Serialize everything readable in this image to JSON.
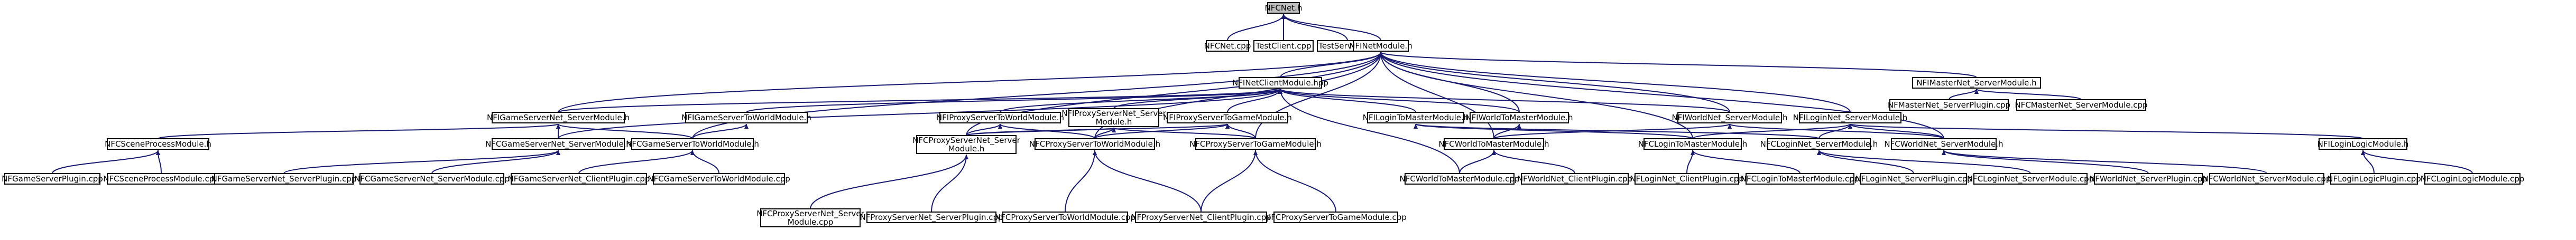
{
  "graph": {
    "edge_color": "#191970",
    "node_fill": "#ffffff",
    "root_fill": "#bfbfbf",
    "nodes": [
      {
        "id": "nfcnet_h",
        "label": "NFCNet.h",
        "root": true
      },
      {
        "id": "nfcnet_cpp",
        "label": "NFCNet.cpp"
      },
      {
        "id": "testclient_cpp",
        "label": "TestClient.cpp"
      },
      {
        "id": "testserver_cpp",
        "label": "TestServer.cpp"
      },
      {
        "id": "nfinetmodule_h",
        "label": "NFINetModule.h"
      },
      {
        "id": "nfinetclientmodule_hpp",
        "label": "NFINetClientModule.hpp"
      },
      {
        "id": "nfimasternet_servermodule_h",
        "label": "NFIMasterNet_ServerModule.h"
      },
      {
        "id": "nfcmasternet_serverplugin_cpp",
        "label": "NFMasterNet_ServerPlugin.cpp"
      },
      {
        "id": "nfcmasternet_servermodule_cpp",
        "label": "NFCMasterNet_ServerModule.cpp"
      },
      {
        "id": "nfigameservernet_servermodule_h",
        "label": "NFIGameServerNet_ServerModule.h"
      },
      {
        "id": "nfcsceneprocessmodule_h",
        "label": "NFCSceneProcessModule.h"
      },
      {
        "id": "nfgameserverplugin_cpp",
        "label": "NFGameServerPlugin.cpp"
      },
      {
        "id": "nfcsceneprocessmodule_cpp",
        "label": "NFCSceneProcessModule.cpp"
      },
      {
        "id": "nfcgameservernet_servermodule_h",
        "label": "NFCGameServerNet_ServerModule.h"
      },
      {
        "id": "nfgameservernet_serverplugin_cpp",
        "label": "NFGameServerNet_ServerPlugin.cpp"
      },
      {
        "id": "nfcgameservernet_servermodule_cpp",
        "label": "NFCGameServerNet_ServerModule.cpp"
      },
      {
        "id": "nfigameservertoworldmodule_h",
        "label": "NFIGameServerToWorldModule.h"
      },
      {
        "id": "nfcgameservertoworldmodule_h",
        "label": "NFCGameServerToWorldModule.h"
      },
      {
        "id": "nfgameservernet_clientplugin_cpp",
        "label": "NFGameServerNet_ClientPlugin.cpp"
      },
      {
        "id": "nfcgameservertoworldmodule_cpp",
        "label": "NFCGameServerToWorldModule.cpp"
      },
      {
        "id": "nfiproxyservertoworldmodule_h",
        "label": "NFIProxyServerToWorldModule.h"
      },
      {
        "id": "nfiproxyservernet_servermodule_h",
        "label": [
          "NFIProxyServerNet_Server",
          "Module.h"
        ]
      },
      {
        "id": "nfiproxyservertogamemodule_h",
        "label": "NFIProxyServerToGameModule.h"
      },
      {
        "id": "nfcproxyservernet_servermodule_h",
        "label": [
          "NFCProxyServerNet_Server",
          "Module.h"
        ]
      },
      {
        "id": "nfproxyservernet_servermodule_cpp",
        "label": [
          "NFCProxyServerNet_Server",
          "Module.cpp"
        ]
      },
      {
        "id": "nfproxyservernet_serverplugin_cpp",
        "label": "NFProxyServerNet_ServerPlugin.cpp"
      },
      {
        "id": "nfcproxyservertoworldmodule_h",
        "label": "NFCProxyServerToWorldModule.h"
      },
      {
        "id": "nfcproxyservertoworldmodule_cpp",
        "label": "NFCProxyServerToWorldModule.cpp"
      },
      {
        "id": "nfproxyservernet_clientplugin_cpp",
        "label": "NFProxyServerNet_ClientPlugin.cpp"
      },
      {
        "id": "nfcproxyservertogamemodule_h",
        "label": "NFCProxyServerToGameModule.h"
      },
      {
        "id": "nfcproxyservertogamemodule_cpp",
        "label": "NFCProxyServerToGameModule.cpp"
      },
      {
        "id": "nfiworldtomastermodule_h",
        "label": "NFIWorldToMasterModule.h"
      },
      {
        "id": "nficlogintomastermodule_h",
        "label": "NFILoginToMasterModule.h"
      },
      {
        "id": "nfcworldtomastermodule_h",
        "label": "NFCWorldToMasterModule.h"
      },
      {
        "id": "nfcworldtomastermodule_cpp",
        "label": "NFCWorldToMasterModule.cpp"
      },
      {
        "id": "nfworldnet_clientplugin_cpp",
        "label": "NFWorldNet_ClientPlugin.cpp"
      },
      {
        "id": "nfiworldnet_servermodule_h",
        "label": "NFIWorldNet_ServerModule.h"
      },
      {
        "id": "nficloginnet_servermodule_h",
        "label": "NFILoginNet_ServerModule.h"
      },
      {
        "id": "nfclogintomastermodule_h",
        "label": "NFCLoginToMasterModule.h"
      },
      {
        "id": "nfloginnet_clientplugin_cpp",
        "label": "NFLoginNet_ClientPlugin.cpp"
      },
      {
        "id": "nfclogintomastermodule_cpp",
        "label": "NFCLoginToMasterModule.cpp"
      },
      {
        "id": "nfcloginnet_servermodule_h",
        "label": "NFCLoginNet_ServerModule.h"
      },
      {
        "id": "nfloginnet_serverplugin_cpp",
        "label": "NFLoginNet_ServerPlugin.cpp"
      },
      {
        "id": "nfcloginnet_servermodule_cpp",
        "label": "NFCLoginNet_ServerModule.cpp"
      },
      {
        "id": "nfcworldnet_servermodule_h",
        "label": "NFCWorldNet_ServerModule.h"
      },
      {
        "id": "nfworldnet_serverplugin_cpp",
        "label": "NFWorldNet_ServerPlugin.cpp"
      },
      {
        "id": "nfcworldnet_servermodule_cpp",
        "label": "NFCWorldNet_ServerModule.cpp"
      },
      {
        "id": "nficloginlogicmodule_h",
        "label": "NFILoginLogicModule.h"
      },
      {
        "id": "nfloginlogicplugin_cpp",
        "label": "NFLoginLogicPlugin.cpp"
      },
      {
        "id": "nfcloginlogicmodule_cpp",
        "label": "NFCLoginLogicModule.cpp"
      }
    ],
    "edges": [
      [
        "nfcnet_cpp",
        "nfcnet_h"
      ],
      [
        "testclient_cpp",
        "nfcnet_h"
      ],
      [
        "testserver_cpp",
        "nfcnet_h"
      ],
      [
        "nfinetmodule_h",
        "nfcnet_h"
      ],
      [
        "nfinetclientmodule_hpp",
        "nfinetmodule_h"
      ],
      [
        "nfimasternet_servermodule_h",
        "nfinetmodule_h"
      ],
      [
        "nfcmasternet_serverplugin_cpp",
        "nfimasternet_servermodule_h"
      ],
      [
        "nfcmasternet_servermodule_cpp",
        "nfimasternet_servermodule_h"
      ],
      [
        "nfigameservernet_servermodule_h",
        "nfinetmodule_h"
      ],
      [
        "nfigameservernet_servermodule_h",
        "nfinetclientmodule_hpp"
      ],
      [
        "nfcsceneprocessmodule_h",
        "nfigameservernet_servermodule_h"
      ],
      [
        "nfcgameservernet_servermodule_h",
        "nfigameservernet_servermodule_h"
      ],
      [
        "nfcgameservertoworldmodule_h",
        "nfigameservernet_servermodule_h"
      ],
      [
        "nfgameserverplugin_cpp",
        "nfcsceneprocessmodule_h"
      ],
      [
        "nfcsceneprocessmodule_cpp",
        "nfcsceneprocessmodule_h"
      ],
      [
        "nfgameservernet_serverplugin_cpp",
        "nfcgameservernet_servermodule_h"
      ],
      [
        "nfcgameservernet_servermodule_cpp",
        "nfcgameservernet_servermodule_h"
      ],
      [
        "nfigameservertoworldmodule_h",
        "nfinetclientmodule_hpp"
      ],
      [
        "nfcgameservertoworldmodule_h",
        "nfigameservertoworldmodule_h"
      ],
      [
        "nfgameservernet_clientplugin_cpp",
        "nfcgameservertoworldmodule_h"
      ],
      [
        "nfcgameservertoworldmodule_cpp",
        "nfcgameservertoworldmodule_h"
      ],
      [
        "nfcgameservernet_servermodule_h",
        "nfinetclientmodule_hpp"
      ],
      [
        "nfcgameservertoworldmodule_h",
        "nfinetmodule_h"
      ],
      [
        "nfiproxyservertoworldmodule_h",
        "nfinetclientmodule_hpp"
      ],
      [
        "nfiproxyservernet_servermodule_h",
        "nfinetclientmodule_hpp"
      ],
      [
        "nfiproxyservertogamemodule_h",
        "nfinetclientmodule_hpp"
      ],
      [
        "nfcproxyservernet_servermodule_h",
        "nfiproxyservertoworldmodule_h"
      ],
      [
        "nfcproxyservernet_servermodule_h",
        "nfiproxyservernet_servermodule_h"
      ],
      [
        "nfcproxyservernet_servermodule_h",
        "nfiproxyservertogamemodule_h"
      ],
      [
        "nfcproxyservertoworldmodule_h",
        "nfiproxyservertoworldmodule_h"
      ],
      [
        "nfcproxyservertoworldmodule_h",
        "nfiproxyservernet_servermodule_h"
      ],
      [
        "nfcproxyservertoworldmodule_h",
        "nfiproxyservertogamemodule_h"
      ],
      [
        "nfcproxyservertogamemodule_h",
        "nfiproxyservertogamemodule_h"
      ],
      [
        "nfcproxyservertogamemodule_h",
        "nfiproxyservernet_servermodule_h"
      ],
      [
        "nfproxyservernet_servermodule_cpp",
        "nfcproxyservernet_servermodule_h"
      ],
      [
        "nfproxyservernet_serverplugin_cpp",
        "nfcproxyservernet_servermodule_h"
      ],
      [
        "nfcproxyservertoworldmodule_cpp",
        "nfcproxyservertoworldmodule_h"
      ],
      [
        "nfproxyservernet_clientplugin_cpp",
        "nfcproxyservertoworldmodule_h"
      ],
      [
        "nfproxyservernet_clientplugin_cpp",
        "nfcproxyservertogamemodule_h"
      ],
      [
        "nfcproxyservertogamemodule_cpp",
        "nfcproxyservertogamemodule_h"
      ],
      [
        "nfcproxyservernet_servermodule_h",
        "nfinetmodule_h"
      ],
      [
        "nfcproxyservertoworldmodule_h",
        "nfinetmodule_h"
      ],
      [
        "nfcproxyservertogamemodule_h",
        "nfinetmodule_h"
      ],
      [
        "nficlogintomastermodule_h",
        "nfinetclientmodule_hpp"
      ],
      [
        "nfiworldtomastermodule_h",
        "nfinetclientmodule_hpp"
      ],
      [
        "nfiworldtomastermodule_h",
        "nfinetmodule_h"
      ],
      [
        "nfcworldtomastermodule_h",
        "nfiworldtomastermodule_h"
      ],
      [
        "nfcworldtomastermodule_h",
        "nfiworldnet_servermodule_h"
      ],
      [
        "nfcworldtomastermodule_h",
        "nfinetmodule_h"
      ],
      [
        "nfcworldtomastermodule_cpp",
        "nfcworldtomastermodule_h"
      ],
      [
        "nfworldnet_clientplugin_cpp",
        "nfcworldtomastermodule_h"
      ],
      [
        "nfcworldtomastermodule_cpp",
        "nfinetclientmodule_hpp"
      ],
      [
        "nfiworldnet_servermodule_h",
        "nfinetmodule_h"
      ],
      [
        "nfiworldnet_servermodule_h",
        "nfinetclientmodule_hpp"
      ],
      [
        "nficloginnet_servermodule_h",
        "nfinetmodule_h"
      ],
      [
        "nfclogintomastermodule_h",
        "nficlogintomastermodule_h"
      ],
      [
        "nfclogintomastermodule_h",
        "nficloginnet_servermodule_h"
      ],
      [
        "nfclogintomastermodule_h",
        "nfinetmodule_h"
      ],
      [
        "nfloginnet_clientplugin_cpp",
        "nfclogintomastermodule_h"
      ],
      [
        "nfclogintomastermodule_cpp",
        "nfclogintomastermodule_h"
      ],
      [
        "nfcloginnet_servermodule_h",
        "nficloginnet_servermodule_h"
      ],
      [
        "nfcloginnet_servermodule_h",
        "nficlogintomastermodule_h"
      ],
      [
        "nfloginnet_serverplugin_cpp",
        "nfcloginnet_servermodule_h"
      ],
      [
        "nfcloginnet_servermodule_cpp",
        "nfcloginnet_servermodule_h"
      ],
      [
        "nfcworldnet_servermodule_h",
        "nfiworldnet_servermodule_h"
      ],
      [
        "nfcworldnet_servermodule_h",
        "nficloginnet_servermodule_h"
      ],
      [
        "nfcworldnet_servermodule_h",
        "nfinetmodule_h"
      ],
      [
        "nfworldnet_serverplugin_cpp",
        "nfcworldnet_servermodule_h"
      ],
      [
        "nfcworldnet_servermodule_cpp",
        "nfcworldnet_servermodule_h"
      ],
      [
        "nficloginlogicmodule_h",
        "nficloginnet_servermodule_h"
      ],
      [
        "nfloginlogicplugin_cpp",
        "nficloginlogicmodule_h"
      ],
      [
        "nfcloginlogicmodule_cpp",
        "nficloginlogicmodule_h"
      ]
    ]
  }
}
